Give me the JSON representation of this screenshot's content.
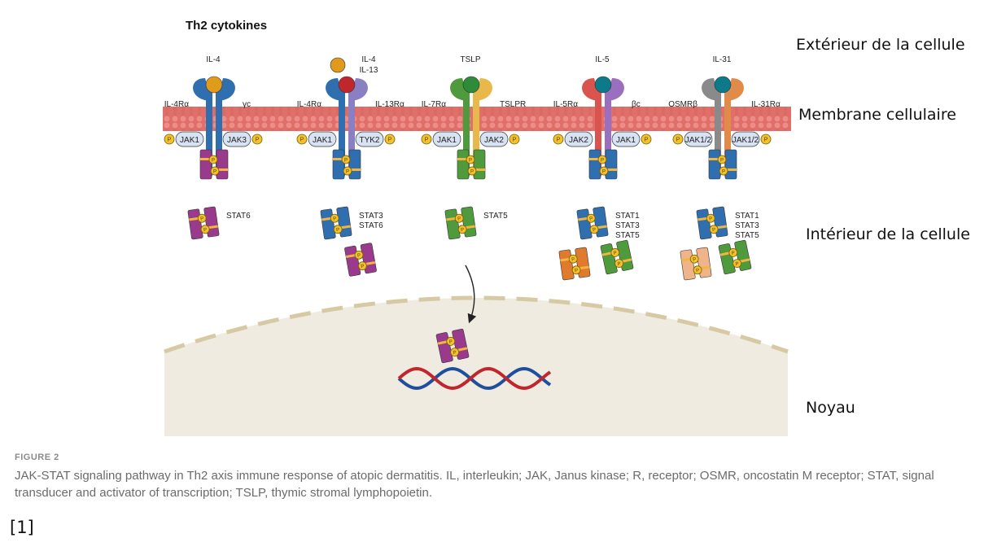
{
  "diagram": {
    "title": "Th2 cytokines",
    "side_labels": {
      "exterior": "Extérieur de la cellule",
      "membrane": "Membrane cellulaire",
      "interior": "Intérieur de la cellule",
      "nucleus": "Noyau"
    },
    "phospho_symbol": "P",
    "receptors": [
      {
        "ligand": [
          "IL-4"
        ],
        "left_chain": "IL-4Rα",
        "right_chain": "γc",
        "jaks": [
          "JAK1",
          "JAK3"
        ],
        "stats": [
          "STAT6"
        ],
        "colors": {
          "left": "#2f6fb0",
          "right": "#2f6fb0",
          "ligand": "#e09a1c",
          "stat": "#9a3a8c"
        }
      },
      {
        "ligand": [
          "IL-4",
          "IL-13"
        ],
        "left_chain": "IL-4Rα",
        "right_chain": "IL-13Rα",
        "jaks": [
          "JAK1",
          "TYK2"
        ],
        "stats": [
          "STAT3",
          "STAT6"
        ],
        "colors": {
          "left": "#2f6fb0",
          "right": "#8b7fc4",
          "ligand": "#c0272d",
          "stat": "#2f6fb0"
        }
      },
      {
        "ligand": [
          "TSLP"
        ],
        "left_chain": "IL-7Rα",
        "right_chain": "TSLPR",
        "jaks": [
          "JAK1",
          "JAK2"
        ],
        "stats": [
          "STAT5"
        ],
        "colors": {
          "left": "#4f9a3c",
          "right": "#e8b84a",
          "ligand": "#2e8b3a",
          "stat": "#4f9a3c"
        }
      },
      {
        "ligand": [
          "IL-5"
        ],
        "left_chain": "IL-5Rα",
        "right_chain": "βc",
        "jaks": [
          "JAK2",
          "JAK1"
        ],
        "stats": [
          "STAT1",
          "STAT3",
          "STAT5"
        ],
        "colors": {
          "left": "#d9534f",
          "right": "#9b6fc0",
          "ligand": "#0d7a8c",
          "stat": "#2f6fb0"
        }
      },
      {
        "ligand": [
          "IL-31"
        ],
        "left_chain": "OSMRβ",
        "right_chain": "IL-31Rα",
        "jaks": [
          "JAK1/2",
          "JAK1/2"
        ],
        "stats": [
          "STAT1",
          "STAT3",
          "STAT5"
        ],
        "colors": {
          "left": "#8a8a8a",
          "right": "#e08b4a",
          "ligand": "#0d7a8c",
          "stat": "#2f6fb0"
        }
      }
    ]
  },
  "caption": {
    "figure_label": "FIGURE 2",
    "text": "JAK-STAT signaling pathway in Th2 axis immune response of atopic dermatitis. IL, interleukin; JAK, Janus kinase; R, receptor; OSMR, oncostatin M receptor; STAT, signal transducer and activator of transcription; TSLP, thymic stromal lymphopoietin."
  },
  "reference": "[1]"
}
